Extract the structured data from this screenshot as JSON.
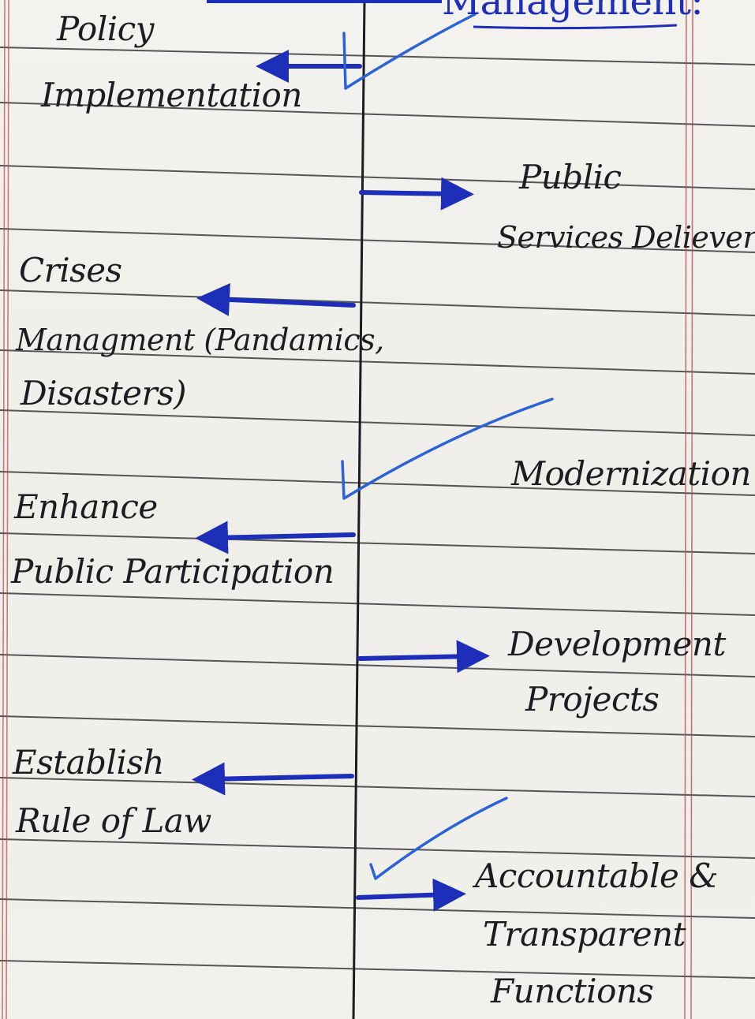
{
  "header": {
    "text": "Management:"
  },
  "left_items": [
    {
      "id": "policy",
      "lines": [
        "Policy",
        "Implementation"
      ]
    },
    {
      "id": "crises",
      "lines": [
        "Crises",
        "Managment (Pandamics,",
        "Disasters)"
      ]
    },
    {
      "id": "participation",
      "lines": [
        "Enhance",
        "Public Participation"
      ]
    },
    {
      "id": "law",
      "lines": [
        "Establish",
        "Rule of Law"
      ]
    }
  ],
  "right_items": [
    {
      "id": "services",
      "lines": [
        "Public",
        "Services Delievery"
      ]
    },
    {
      "id": "modern",
      "lines": [
        "Modernization"
      ]
    },
    {
      "id": "development",
      "lines": [
        "Development",
        "Projects"
      ]
    },
    {
      "id": "accountable",
      "lines": [
        "Accountable &",
        "Transparent",
        "Functions"
      ]
    }
  ],
  "colors": {
    "paper": "#f2f1ed",
    "rule_line": "#3a3a3e",
    "ink_black": "#1c1c22",
    "ink_blue": "#1d2fb8",
    "tick_blue": "#2b62d8",
    "margin_red": "#b84a4a"
  }
}
